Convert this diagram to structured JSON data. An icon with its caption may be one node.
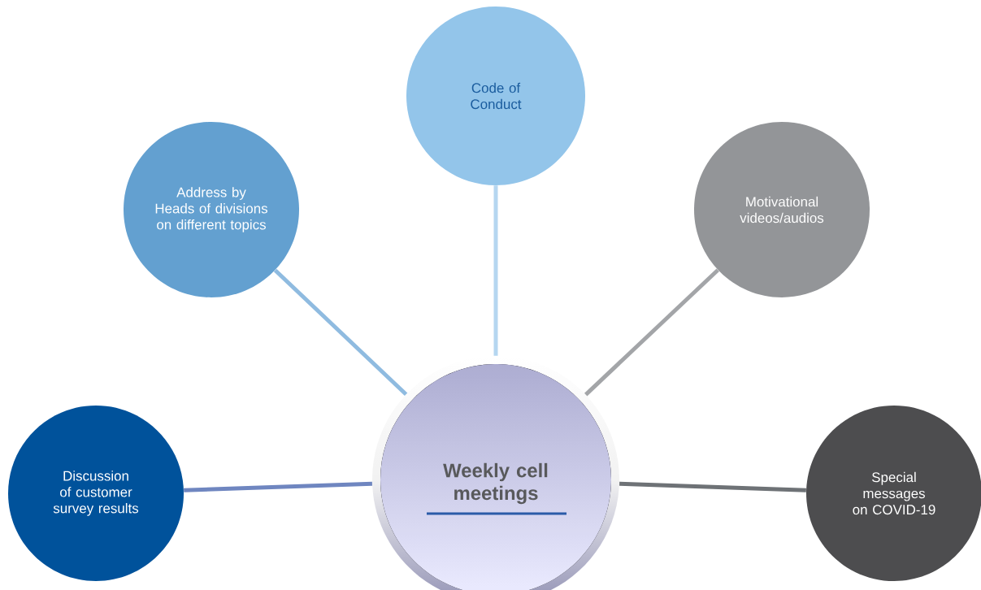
{
  "diagram": {
    "nodes": [
      {
        "text": [
          "Code of Conduct"
        ]
      },
      {
        "text": [
          "Address by Heads of divisions on different topics"
        ]
      },
      {
        "text": [
          "Motivational videos/audios"
        ]
      },
      {
        "text": [
          "Weekly cell meetings"
        ]
      },
      {
        "text": [
          "Discussion of customer survey results"
        ]
      },
      {
        "text": [
          "Special messages on COVID-19"
        ]
      }
    ],
    "edges": [
      {
        "from": 3,
        "to": 0,
        "arrow": "none",
        "color": "#b5d6f0"
      },
      {
        "from": 3,
        "to": 1,
        "arrow": "none",
        "color": "#8fbbe0"
      },
      {
        "from": 3,
        "to": 2,
        "arrow": "none",
        "color": "#a3a5a8"
      },
      {
        "from": 3,
        "to": 4,
        "arrow": "none",
        "color": "#6f86c0"
      },
      {
        "from": 3,
        "to": 5,
        "arrow": "none",
        "color": "#6e7276"
      }
    ]
  }
}
